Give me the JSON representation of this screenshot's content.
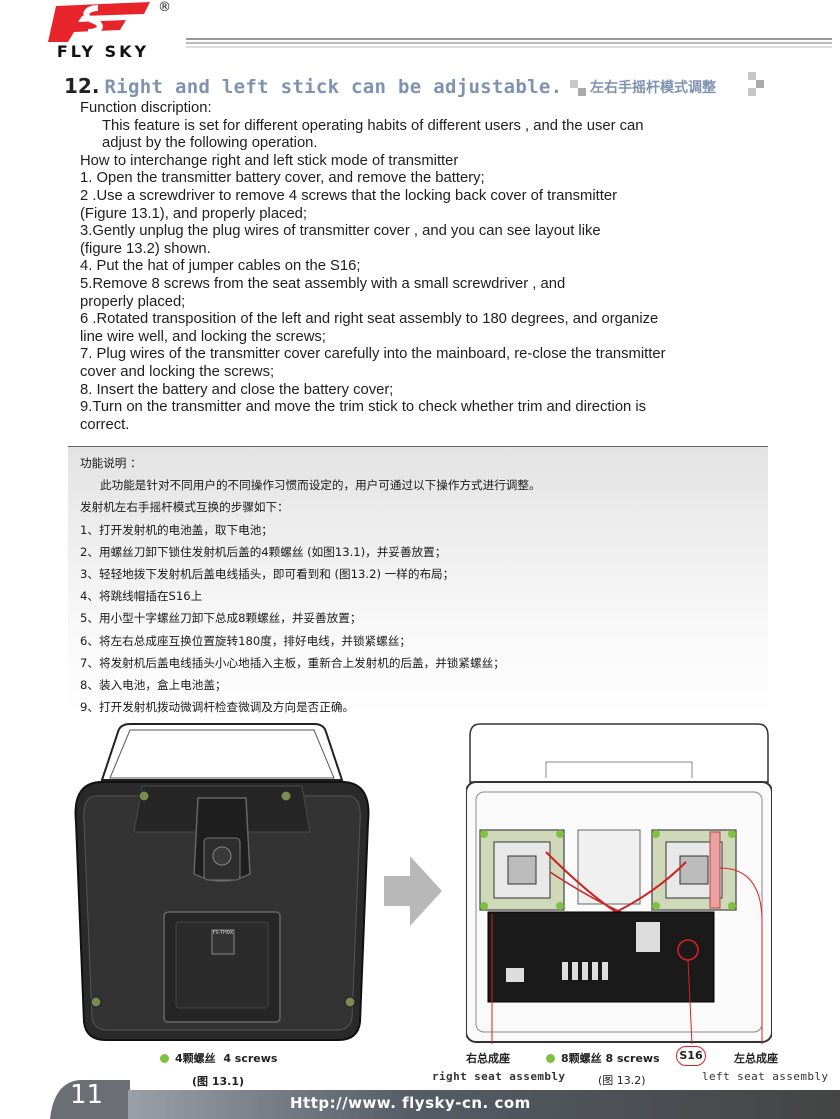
{
  "header": {
    "brand_text": "FLY SKY",
    "reg_mark": "®"
  },
  "section": {
    "number": "12.",
    "title_en": "Right and left stick can be adjustable.",
    "title_cn": "左右手摇杆模式调整"
  },
  "english": {
    "lines": [
      "Function discription:",
      "This feature is set for different operating habits of different users , and the user can",
      "adjust by the following operation.",
      "How to interchange right and left stick mode of transmitter",
      "1. Open the transmitter battery cover, and remove the battery;",
      "2 .Use a screwdriver to remove 4 screws that the locking back cover of transmitter",
      "(Figure 13.1), and properly placed;",
      "3.Gently unplug the plug wires of transmitter cover , and you can see layout like",
      "(figure 13.2) shown.",
      "4. Put the hat of jumper cables on the S16;",
      "5.Remove 8 screws from the seat assembly with a small screwdriver , and",
      "properly placed;",
      "6 .Rotated transposition of the left and right seat assembly to 180 degrees, and organize",
      "line wire well, and locking the screws;",
      "7. Plug wires of the transmitter cover carefully into the mainboard, re-close the transmitter",
      "cover and locking the screws;",
      "8. Insert the battery and close the battery cover;",
      "9.Turn on the transmitter and move the trim stick to check whether trim and direction is",
      "correct."
    ]
  },
  "chinese": {
    "lines": [
      "功能说明 ：",
      "此功能是针对不同用户的不同操作习惯而设定的，用户可通过以下操作方式进行调整。",
      "发射机左右手摇杆模式互换的步骤如下：",
      "1、打开发射机的电池盖，取下电池；",
      "2、用螺丝刀卸下锁住发射机后盖的4颗螺丝 (如图13.1)，并妥善放置；",
      "3、轻轻地拨下发射机后盖电线插头，即可看到和 (图13.2) 一样的布局；",
      "4、将跳线帽插在S16上",
      "5、用小型十字螺丝刀卸下总成8颗螺丝，并妥善放置；",
      "6、将左右总成座互换位置旋转180度，排好电线，并锁紧螺丝；",
      "7、将发射机后盖电线插头小心地插入主板，重新合上发射机的后盖，并锁紧螺丝；",
      "8、装入电池，盒上电池盖；",
      "9、打开发射机拨动微调杆检查微调及方向是否正确。"
    ]
  },
  "figures": {
    "fig1": {
      "screws_cn": "4颗螺丝",
      "screws_en": "4 screws",
      "caption": "(图 13.1)",
      "badge_text": "FS-TH9X"
    },
    "fig2": {
      "right_cn": "右总成座",
      "right_en": "right seat assembly",
      "screws_cn": "8颗螺丝",
      "screws_en": "8 screws",
      "caption": "(图 13.2)",
      "s16": "S16",
      "left_cn": "左总成座",
      "left_en": "left seat assembly"
    }
  },
  "footer": {
    "page_number": "11",
    "url": "Http://www. flysky-cn. com"
  },
  "colors": {
    "title_blue": "#7f93b0",
    "logo_red": "#e8242b",
    "screw_green": "#7ec040",
    "highlight_red": "#dd2222"
  }
}
